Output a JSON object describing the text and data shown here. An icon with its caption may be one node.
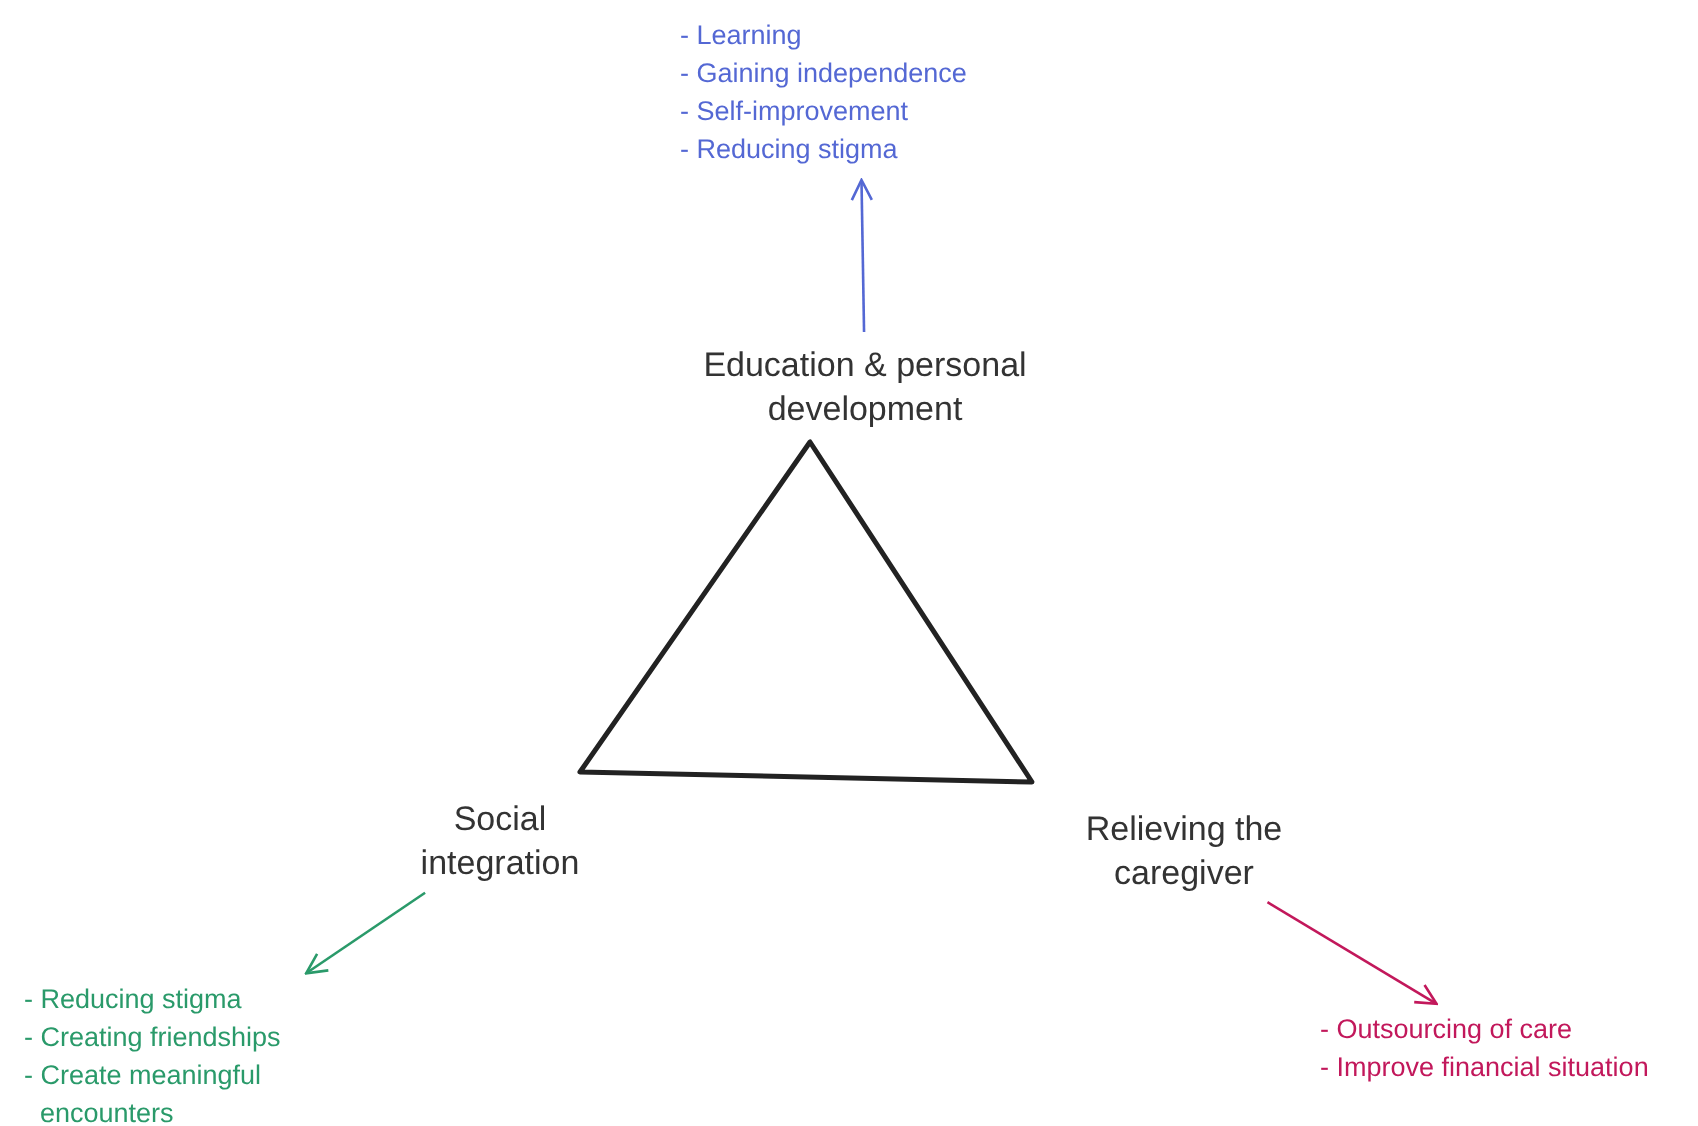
{
  "diagram": {
    "nodes": [
      {
        "text": [
          "Education & personal development"
        ]
      },
      {
        "text": [
          "- Learning",
          "- Gaining independence",
          "- Self-improvement",
          "- Reducing stigma"
        ]
      },
      {
        "text": [
          "Social integration"
        ]
      },
      {
        "text": [
          "- Reducing stigma",
          "- Creating friendships",
          "- Create meaningful encounters"
        ]
      },
      {
        "text": [
          "Relieving the caregiver"
        ]
      },
      {
        "text": [
          "- Outsourcing of care",
          "- Improve financial situation"
        ]
      }
    ],
    "edges": [
      {
        "from": 0,
        "to": 1,
        "arrow": "to",
        "color": "#5468d4"
      },
      {
        "from": 2,
        "to": 3,
        "arrow": "to",
        "color": "#2a9a6a"
      },
      {
        "from": 4,
        "to": 5,
        "arrow": "to",
        "color": "#c2185b"
      }
    ]
  }
}
